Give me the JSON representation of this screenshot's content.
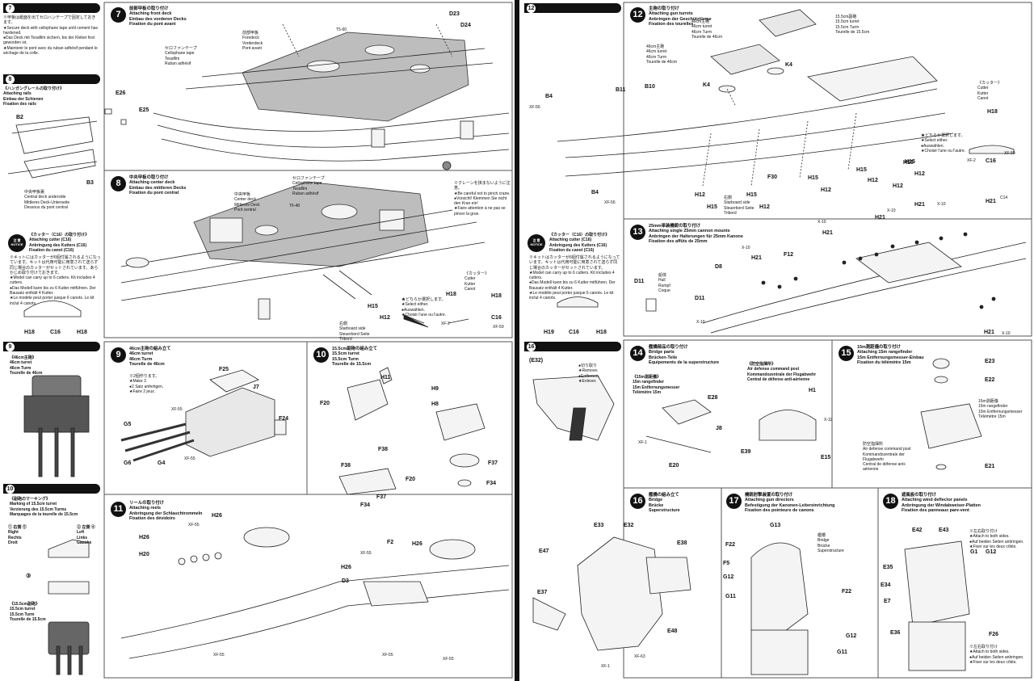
{
  "sidebars": {
    "s7": {
      "num": "7",
      "text": "※甲板は紙面を出てセロハンテープで固定しておきます。\n★Secure deck with cellophane tape until cement has hardened.\n●Das Deck mit Tesafilm sichern, bis der Kleber fest geworden ist.\n★Maintenir le pont avec du ruban adhésif pendant le séchage de la colle."
    },
    "s8": {
      "num": "8",
      "text": "《ハンガングレールの取り付け》\nAttaching rails\nEinbau der Schienen\nFixation des rails"
    },
    "s8_deck": "中央甲板裏\nCentral deck underside\nMittleres Deck-Unterseite\nDessous du pont central",
    "s8_notice": {
      "badge": "注 意\nNOTICE",
      "title": "《カッター（C16）の取り付け》\nAttaching cutter (C16)\nAnbringung des Kutters (C16)\nFixation du canot (C16)",
      "text": "※キットにはカッターが6個付属されるようになっています。キットは代用可能に用意されて送らず同じ場合のカッターがセットされています。あらかじめ取り付けておきます。\n★Model can carry up to 6 cutters. Kit includes 4 cutters.\n●Das Modell kann bis zu 6 Kutter mitführen. Der Bausatz enthält 4 Kutter.\n★Le modèle peut porter jusque 6 canots. Le kit inclut 4 canots."
    },
    "s9": {
      "num": "9",
      "text": "《46cm主砲》\n46cm turret\n46cm Turm\nTourelle de 46cm"
    },
    "s10": {
      "num": "10",
      "text": "《副砲のマーキング》\nMarking of 15.5cm turret\nVerzierung des 15.5cm Turms\nMarquages de la tourelle de 15.5cm"
    },
    "s10_sides": {
      "left": "① 右側 ⑤\nRight\nRechts\nDroit",
      "right": "② 左側 ④\nLeft\nLinks\nGauche",
      "step": "③"
    },
    "s10b": "《15.5cm副砲》\n15.5cm turret\n15.5cm Turm\nTourelle de 15.5cm"
  },
  "steps": {
    "st7": {
      "num": "7",
      "title": "前部甲板の取り付け\nAttaching front deck\nEinbau des vorderen Decks\nFixation du pont avant"
    },
    "st8": {
      "num": "8",
      "title": "中央甲板の取り付け\nAttaching center deck\nEinbau des mittleren Decks\nFixation du pont central"
    },
    "st9": {
      "num": "9",
      "title": "46cm主砲の組み立て\n46cm turret\n46cm Turm\nTourelle de 46cm"
    },
    "st10": {
      "num": "10",
      "title": "15.5cm副砲の組み立て\n15.5cm turret\n15.5cm Turm\nTourelle de 15.5cm"
    },
    "st11": {
      "num": "11",
      "title": "リールの取り付け\nAttaching reels\nAnbringung der Schlauchtrommeln\nFixation des dévidoirs"
    },
    "st12": {
      "num": "12",
      "title": "主砲の取り付け\nAttaching gun turrets\nAnbringen der Geschütztürme\nFixation des tourelles"
    },
    "st13": {
      "num": "13",
      "title": "25mm単装機銃の取り付け\nAttaching single 25mm cannon mounts\nAnbringen der Halterungen für 25mm Kanone\nFixation des affûts de 25mm"
    },
    "st14": {
      "num": "14",
      "title": "艦橋部品の取り付け\nBridge parts\nBrücken-Teile\nÉquipements de la superstructure"
    },
    "st15": {
      "num": "15",
      "title": "15m測距儀の取り付け\nAttaching 15m rangefinder\n15m Entfernungsmesser-Einbau\nFixation du télémètre 15m"
    },
    "st16": {
      "num": "16",
      "title": "艦橋の組み立て\nBridge\nBrücke\nSuperstructure"
    },
    "st17": {
      "num": "17",
      "title": "機銃射撃装置の取り付け\nAttaching gun directors\nBefestigung der Kanonen-Leitereinrichtung\nFixation des pointeurs de canons"
    },
    "st18": {
      "num": "18",
      "title": "遮風板の取り付け\nAttaching wind deflector panels\nAnbringung der Windabweiser-Platten\nFixation des panneaux pare-vent"
    }
  },
  "right_sidebar": {
    "s12": {
      "num": "12"
    },
    "s12_notice": {
      "badge": "注 意\nNOTICE",
      "title": "《カッター（C16）の取り付け》\nAttaching cutter (C16)\nAnbringung des Kutters (C16)\nFixation du canot (C16)",
      "text": "※キットはカッターが6個付属されるようになっています。キットは代用可能に用意されて送らず同じ場合のカッターがセットされています。\n★Model can carry up to 6 cutters. Kit includes 4 cutters.\n●Das Modell kann bis zu 6 Kutter mitführen. Der Bausatz enthält 4 Kutter.\n★Le modèle peut porter jusque 6 canots. Le kit inclut 4 canots."
    },
    "s16": {
      "num": "16",
      "part": "(E32)"
    },
    "s16_note": "●切り取り\n★Remove.\n●Entfernen.\n★Enlever."
  },
  "notes": {
    "st7_tape": "セロファンテープ\nCellophane tape\nTesafilm\nRuban adhésif",
    "st7_fore": "前部甲板\nForedeck\nVorderdeck\nPont avant",
    "st8_center": "中央甲板\nCenter deck\nMittleres Deck\nPont central",
    "st8_tape": "セロファンテープ\nCellophane tape\nTesafilm\nRuban adhésif",
    "st8_crane": "※クレーンを挟まないように注意。\n★Be careful not to pinch crane.\n●Vorsicht! Klemmen Sie nicht den Kran ein!\n★Faire attention à ne pas se pincer la grue.",
    "st8_starboard": "右側\nStarboard side\nSteuerbord Seite\nTribord",
    "st8_select": "★どちらか選択します。\n★Select either.\n●Auswählen.\n★Choisir l'une ou l'autre.",
    "cutter": "《カッター》\nCutter\nKutter\nCanot",
    "st9_make2": "※2個作ります。\n★Make 2.\n●2 Satz anfertigen.\n★Faire 2 jeux.",
    "st12_46": "46cm主砲\n46cm turret\n46cm Turm\nTourelle de 46cm",
    "st12_46b": "46cm主砲\n46cm turret\n46cm Turm\nTourelle de 46cm",
    "st12_155": "15.5cm副砲\n15.5cm turret\n15.5cm Turm\nTourelle de 15.5cm",
    "st12_starboard": "右側\nStarboard side\nSteuerbord Seite\nTribord",
    "st13_hull": "船体\nHull\nRumpf\nCoque",
    "st14_range": "《15m測距儀》\n15m rangefinder\n15m Entfernungsmesser\nTélémètre 15m",
    "st14_air": "《防空指揮所》\nAir defense command post\nKommandozentrale der Flugabwehr\nCentral de défense anti-aérienne",
    "st15_range": "15m測距儀\n15m rangefinder\n15m Entfernungsmesser\nTélémètre 15m",
    "st15_air": "防空指揮所\nAir defense command post\nKommandozentrale der Flugabwehr\nCentral de défense anti-aérienne",
    "st17_bridge": "艦橋\nBridge\nBrücke\nSuperstructure",
    "st18_both": "※左右取り付け\n★Attach to both sides.\n●Auf beiden Seiten anbringen.\n★Fixer sur les deux côtés."
  },
  "parts": {
    "p7": [
      "D23",
      "D24",
      "T5-60",
      "E26",
      "E25",
      "B2",
      "B3"
    ],
    "p8": [
      "T6-48",
      "H15",
      "H12",
      "H18",
      "H18",
      "C16",
      "XF-2",
      "XF-59"
    ],
    "p8s": [
      "H18",
      "C16",
      "H18"
    ],
    "p9": [
      "F25",
      "J7",
      "F24",
      "G5",
      "G6",
      "G4",
      "XF-55",
      "XF-55"
    ],
    "p10": [
      "H11",
      "F20",
      "H9",
      "H8",
      "F38",
      "F37",
      "F34",
      "F38",
      "F20",
      "F37",
      "F34"
    ],
    "p11": [
      "H26",
      "H20",
      "XF-55",
      "H26",
      "XF-55",
      "F2",
      "H26",
      "H26",
      "D3",
      "XF-55",
      "XF-55",
      "XF-55"
    ],
    "p12": [
      "B4",
      "XF-56",
      "B11",
      "B10",
      "B4",
      "XF-56",
      "K4",
      "K4",
      "F30",
      "H12",
      "H15",
      "H15",
      "H12",
      "H15",
      "H12",
      "H15",
      "H12",
      "H15",
      "H12",
      "H12",
      "H15",
      "H18",
      "C16",
      "XF-2",
      "XF-59"
    ],
    "p13": [
      "D11",
      "D8",
      "D11",
      "X-10",
      "H21",
      "F12",
      "H21",
      "H21",
      "H21",
      "H21",
      "C14",
      "X-10",
      "X-10",
      "X-10",
      "H21",
      "X-10",
      "X-10"
    ],
    "p13s": [
      "H19",
      "C16",
      "H18"
    ],
    "p14": [
      "E28",
      "J8",
      "XF-1",
      "E20",
      "H1",
      "X-11",
      "E39",
      "E15"
    ],
    "p15": [
      "E23",
      "E22",
      "E21"
    ],
    "p16": [
      "E33",
      "E32",
      "E47",
      "E38",
      "E37",
      "E48",
      "XF-1",
      "XF-63"
    ],
    "p17": [
      "G13",
      "F22",
      "F5",
      "G12",
      "G11",
      "F22",
      "G12",
      "G11"
    ],
    "p18": [
      "E42",
      "E43",
      "G1",
      "G12",
      "E35",
      "E34",
      "E7",
      "E36",
      "F26"
    ]
  }
}
